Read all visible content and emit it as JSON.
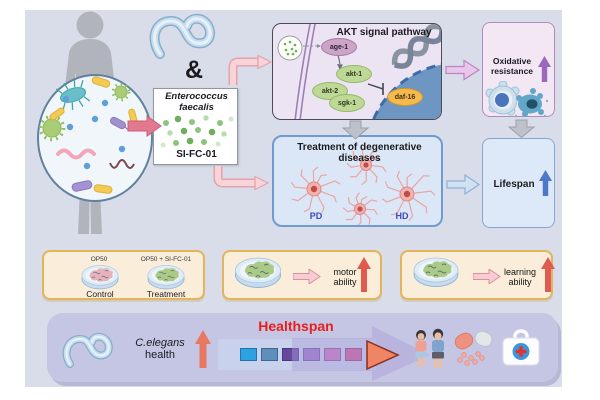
{
  "figure": {
    "background_color": "#d9dde9"
  },
  "worm_and_strain": {
    "ampersand": "&",
    "species_line1": "Enterococcus",
    "species_line2": "faecalis",
    "strain_id": "SI-FC-01"
  },
  "akt_pathway": {
    "title": "AKT signal pathway",
    "gene_age1": "age-1",
    "gene_akt1": "akt-1",
    "gene_akt2": "akt-2",
    "gene_sgk1": "sgk-1",
    "gene_daf16": "daf-16"
  },
  "outcomes": {
    "oxidative_line1": "Oxidative",
    "oxidative_line2": "resistance",
    "lifespan": "Lifespan"
  },
  "treatment_box": {
    "title_line1": "Treatment of degenerative",
    "title_line2": "diseases",
    "disease_left": "PD",
    "disease_right": "HD"
  },
  "assays": {
    "control_feed": "OP50",
    "treatment_feed": "OP50 + SI-FC-01",
    "control_label": "Control",
    "treatment_label": "Treatment",
    "motor_line1": "motor",
    "motor_line2": "ability",
    "learning_line1": "learning",
    "learning_line2": "ability"
  },
  "healthspan": {
    "title": "Healthspan",
    "title_color": "#e8201c",
    "subject_line1": "C.elegans",
    "subject_line2": "health",
    "gradient_colors": [
      "#2ea2e0",
      "#5e8fba",
      "#66479c",
      "#9a70c8",
      "#cc6fbe",
      "#cf5796"
    ],
    "icons": [
      "couple-icon",
      "capsule-pills-icon",
      "first-aid-kit-icon"
    ]
  }
}
